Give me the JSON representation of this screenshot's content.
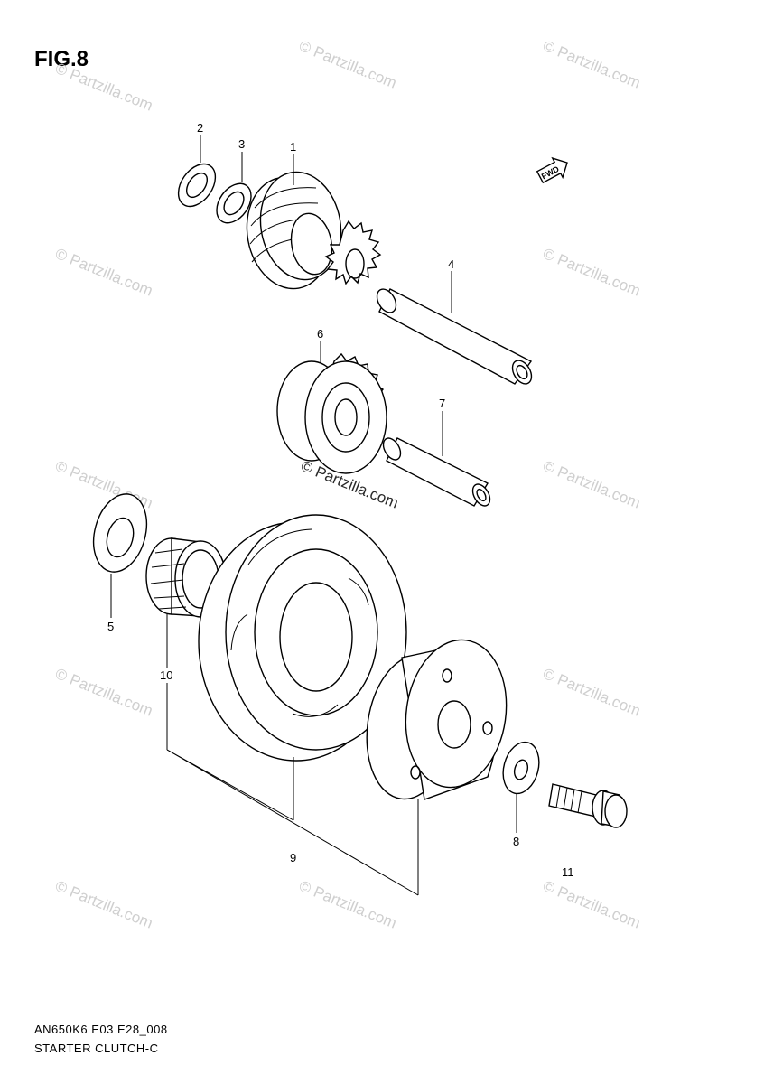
{
  "figure_title": "FIG.8",
  "footer": {
    "diagram_code": "AN650K6 E03 E28_008",
    "diagram_name": "STARTER CLUTCH-C"
  },
  "direction_label": "FWD",
  "watermark": "© Partzilla.com",
  "center_watermark": "© Partzilla.com",
  "callouts": {
    "c1": "1",
    "c2": "2",
    "c3": "3",
    "c4": "4",
    "c5": "5",
    "c6": "6",
    "c7": "7",
    "c8": "8",
    "c9": "9",
    "c10": "10",
    "c11": "11"
  }
}
